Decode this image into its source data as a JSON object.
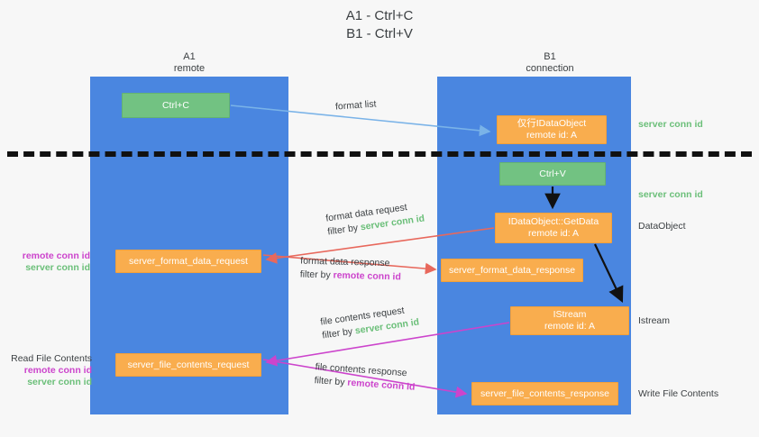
{
  "title": {
    "line1": "A1 - Ctrl+C",
    "line2": "B1 - Ctrl+V"
  },
  "columns": [
    {
      "id": "a1",
      "name": "A1",
      "sub": "remote"
    },
    {
      "id": "b1",
      "name": "B1",
      "sub": "connection"
    }
  ],
  "nodes": {
    "ctrl_c": {
      "label": "Ctrl+C",
      "color": "#72c282"
    },
    "idataobject": {
      "line1": "仅行IDataObject",
      "line2": "remote id: A",
      "color": "#f9ad4e"
    },
    "ctrl_v": {
      "label": "Ctrl+V",
      "color": "#72c282"
    },
    "getdata": {
      "line1": "IDataObject::GetData",
      "line2": "remote id: A",
      "color": "#f9ad4e"
    },
    "format_data_request": {
      "label": "server_format_data_request",
      "color": "#f9ad4e"
    },
    "format_data_response": {
      "label": "server_format_data_response",
      "color": "#f9ad4e"
    },
    "istream": {
      "line1": "IStream",
      "line2": "remote id: A",
      "color": "#f9ad4e"
    },
    "file_contents_request": {
      "label": "server_file_contents_request",
      "color": "#f9ad4e"
    },
    "file_contents_response": {
      "label": "server_file_contents_response",
      "color": "#f9ad4e"
    }
  },
  "edges": {
    "format_list": {
      "label": "format list"
    },
    "format_data_request": {
      "line1": "format data request",
      "filter_prefix": "filter by ",
      "filter_key": "server conn id"
    },
    "format_data_response": {
      "line1": "format data response",
      "filter_prefix": "filter by ",
      "filter_key": "remote conn id"
    },
    "file_contents_request": {
      "line1": "file contents request",
      "filter_prefix": "filter by ",
      "filter_key": "server conn id"
    },
    "file_contents_response": {
      "line1": "file contents response",
      "filter_prefix": "filter by ",
      "filter_key": "remote conn id"
    }
  },
  "annotations": {
    "server_conn_id_top": "server conn id",
    "server_conn_id_mid": "server conn id",
    "dataobject": "DataObject",
    "istream": "Istream",
    "write_file_contents": "Write File Contents",
    "read_file_contents": "Read File Contents",
    "remote_conn_id": "remote conn id",
    "server_conn_id": "server conn id"
  },
  "colors": {
    "lane": "#4a86e0",
    "green_text": "#6bbf79",
    "magenta_text": "#cc44cc",
    "blue_arrow": "#7ab3e8",
    "red_arrow": "#e8685c",
    "magenta_arrow": "#cc44cc",
    "black_arrow": "#111111",
    "green_node": "#72c282",
    "orange_node": "#f9ad4e",
    "background": "#f7f7f7"
  }
}
